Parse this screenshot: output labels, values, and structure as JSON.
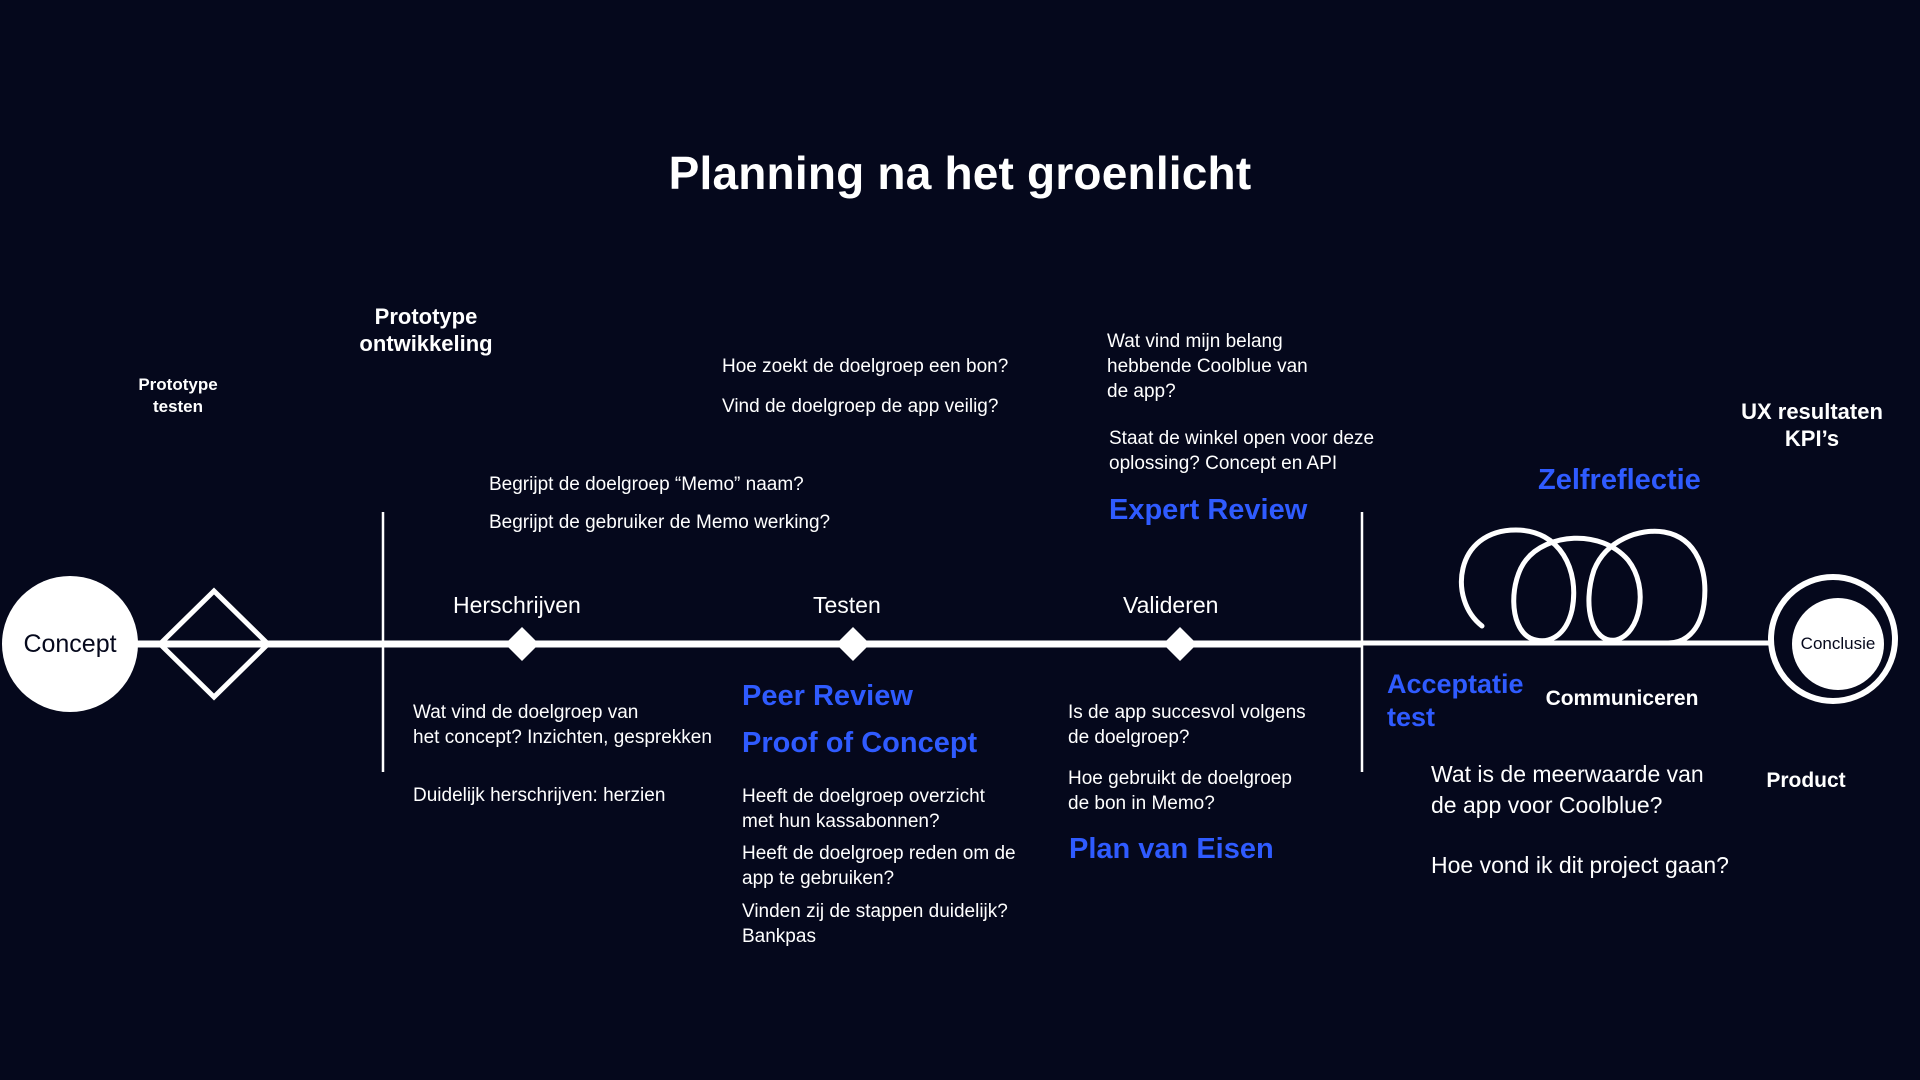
{
  "title": "Planning na het groenlicht",
  "colors": {
    "background": "#05081c",
    "foreground": "#ffffff",
    "accent": "#2f5bff"
  },
  "nodes": {
    "concept": "Concept",
    "conclusion": "Conclusie"
  },
  "labels": {
    "prototype_testing": "Prototype\ntesten",
    "prototype_development": "Prototype\nontwikkeling",
    "ux_results": "UX resultaten\nKPI’s",
    "communicate": "Communiceren",
    "product": "Product"
  },
  "steps": {
    "rewrite": "Herschrijven",
    "test": "Testen",
    "validate": "Valideren"
  },
  "methods": {
    "peer_review": "Peer Review",
    "proof_of_concept": "Proof of Concept",
    "expert_review": "Expert Review",
    "requirements_plan": "Plan van Eisen",
    "self_reflection": "Zelfreflectie",
    "acceptance_test": "Acceptatie\ntest"
  },
  "questions": {
    "rewrite_above": [
      "Begrijpt de doelgroep “Memo” naam?",
      "Begrijpt de gebruiker de Memo werking?"
    ],
    "rewrite_below": [
      "Wat vind de doelgroep van\nhet concept? Inzichten, gesprekken",
      "Duidelijk herschrijven: herzien"
    ],
    "test_above": [
      "Hoe zoekt de doelgroep een bon?",
      "Vind de doelgroep de app veilig?"
    ],
    "test_below": [
      "Heeft de doelgroep overzicht\nmet hun kassabonnen?",
      "Heeft de doelgroep reden om de\napp te gebruiken?",
      "Vinden zij de stappen duidelijk?\nBankpas"
    ],
    "validate_above": [
      "Wat vind mijn belang\nhebbende Coolblue van\nde app?",
      "Staat de winkel open voor deze\noplossing? Concept en API"
    ],
    "validate_below": [
      "Is de app succesvol volgens\nde doelgroep?",
      "Hoe gebruikt de doelgroep\nde bon in Memo?"
    ],
    "conclusion": [
      "Wat is de meerwaarde van\nde app voor Coolblue?",
      "Hoe vond ik dit project gaan?"
    ]
  }
}
